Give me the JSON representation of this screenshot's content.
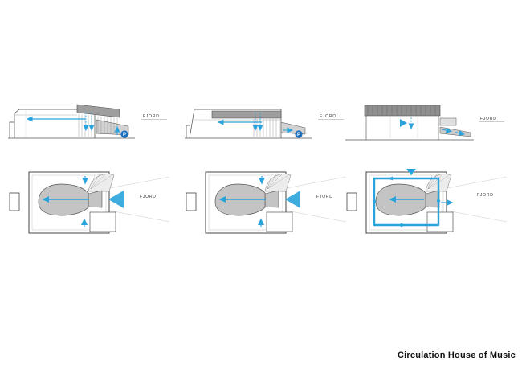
{
  "title": "Circulation House of Music",
  "labels": {
    "fjord": "FJORD",
    "parking_badge": "P"
  },
  "colors": {
    "accent_blue": "#29a3dc",
    "parking_blue": "#1a6fbf",
    "roof_gray": "#9e9e9e",
    "hall_gray": "#c4c4c4",
    "outline_dark": "#4a4a4a"
  }
}
